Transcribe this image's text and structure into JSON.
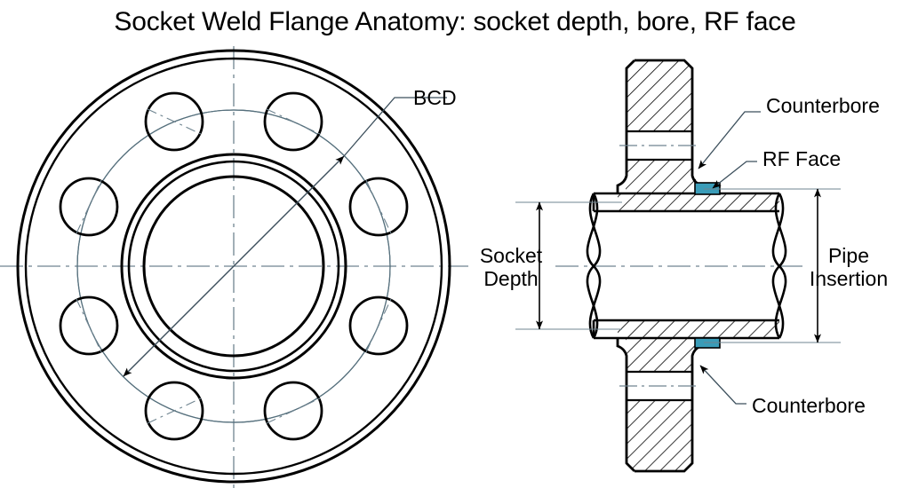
{
  "title": "Socket Weld Flange Anatomy: socket depth, bore, RF face",
  "colors": {
    "line": "#000000",
    "thin_line": "#3c4f5c",
    "center_line": "#6f8490",
    "rf_face_highlight": "#3a9cb8",
    "background": "#ffffff",
    "hatch": "#000000"
  },
  "views": {
    "front": {
      "name": "front-flange-view",
      "label": "BCD",
      "bolt_hole_count": 8,
      "callout": {
        "text": "BCD",
        "target": "bolt-circle-diameter"
      }
    },
    "section": {
      "name": "section-flange-view",
      "labels": {
        "counterbore_top": "Counterbore",
        "rf_face": "RF Face",
        "counterbore_bottom": "Counterbore",
        "socket_depth": [
          "Socket",
          "Depth"
        ],
        "pipe_insertion": [
          "Pipe",
          "Insertion"
        ]
      }
    }
  },
  "annotations": [
    {
      "id": "bcd",
      "text": "BCD",
      "view": "front"
    },
    {
      "id": "counterbore-top",
      "text": "Counterbore",
      "view": "section"
    },
    {
      "id": "rf-face",
      "text": "RF Face",
      "view": "section"
    },
    {
      "id": "counterbore-bottom",
      "text": "Counterbore",
      "view": "section"
    },
    {
      "id": "socket-depth",
      "text": "Socket Depth",
      "view": "section"
    },
    {
      "id": "pipe-insertion",
      "text": "Pipe Insertion",
      "view": "section"
    }
  ]
}
